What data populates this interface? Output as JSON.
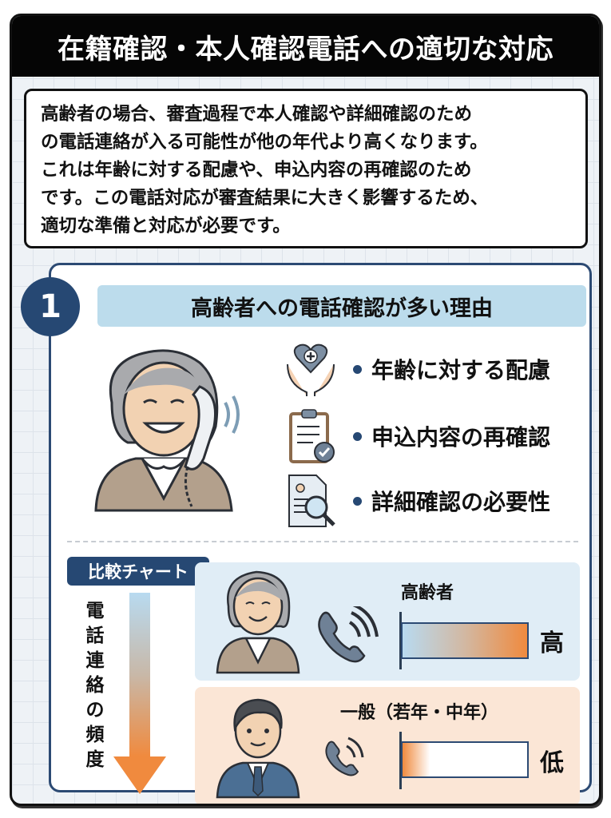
{
  "title": "在籍確認・本人確認電話への適切な対応",
  "intro": {
    "lines": [
      "高齢者の場合、審査過程で本人確認や詳細確認のため",
      "の電話連絡が入る可能性が他の年代より高くなります。",
      "これは年齢に対する配慮や、申込内容の再確認のため",
      "です。この電話対応が審査結果に大きく影響するため、",
      "適切な準備と対応が必要です。"
    ]
  },
  "section": {
    "number": "1",
    "heading": "高齢者への電話確認が多い理由",
    "illustration": "elderly-woman-on-phone",
    "reasons": [
      {
        "icon": "heart-hands-icon",
        "label": "年齢に対する配慮"
      },
      {
        "icon": "clipboard-check-icon",
        "label": "申込内容の再確認"
      },
      {
        "icon": "document-magnifier-icon",
        "label": "詳細確認の必要性"
      }
    ]
  },
  "comparison": {
    "tag": "比較チャート",
    "axis_label": [
      "電",
      "話",
      "連",
      "絡",
      "の",
      "頻",
      "度"
    ],
    "rows": [
      {
        "group": "高齢者",
        "level": "高",
        "fill_pct": 100
      },
      {
        "group": "一般（若年・中年）",
        "level": "低",
        "fill_pct": 20
      }
    ]
  },
  "colors": {
    "navy": "#264873",
    "header_blue": "#bcdcec",
    "row_high_bg": "#e0edf6",
    "row_low_bg": "#fbe6d6",
    "bar_start": "#b8daf0",
    "bar_end": "#f08a3e"
  }
}
